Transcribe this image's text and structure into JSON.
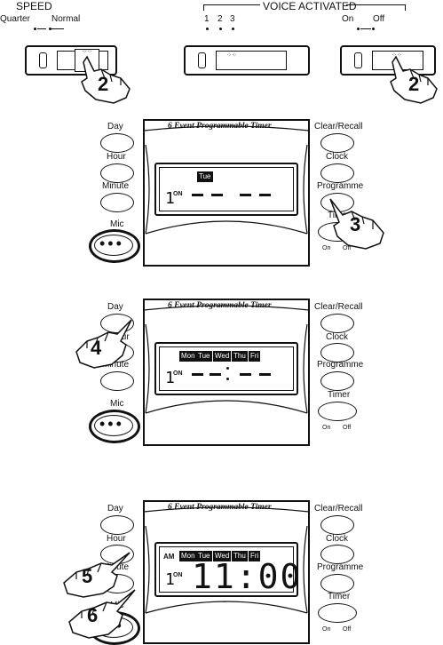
{
  "switches": {
    "speed_title": "SPEED",
    "speed_quarter": "Quarter",
    "speed_normal": "Normal",
    "voice_title": "VOICE ACTIVATED",
    "voice_1": "1",
    "voice_2": "2",
    "voice_3": "3",
    "on": "On",
    "off": "Off",
    "step_left": "2",
    "step_right": "2"
  },
  "buttons": {
    "day": "Day",
    "hour": "Hour",
    "minute": "Minute",
    "mic": "Mic",
    "clear_recall": "Clear/Recall",
    "clock": "Clock",
    "programme": "Programme",
    "timer": "Timer",
    "on": "On",
    "off": "Off"
  },
  "panel1": {
    "title": "6 Event Programmable Timer",
    "day": "Tue",
    "event_no": "1",
    "on": "ON",
    "step": "3"
  },
  "panel2": {
    "title": "6 Event Programmable Timer",
    "days": [
      "Mon",
      "Tue",
      "Wed",
      "Thu",
      "Fri"
    ],
    "event_no": "1",
    "on": "ON",
    "step": "4"
  },
  "panel3": {
    "title": "6 Event Programmable Timer",
    "ampm": "AM",
    "days": [
      "Mon",
      "Tue",
      "Wed",
      "Thu",
      "Fri"
    ],
    "event_no": "1",
    "on": "ON",
    "time": "11:00",
    "step_a": "5",
    "step_b": "6"
  },
  "icons": {
    "hand": "pointing-hand-icon"
  }
}
